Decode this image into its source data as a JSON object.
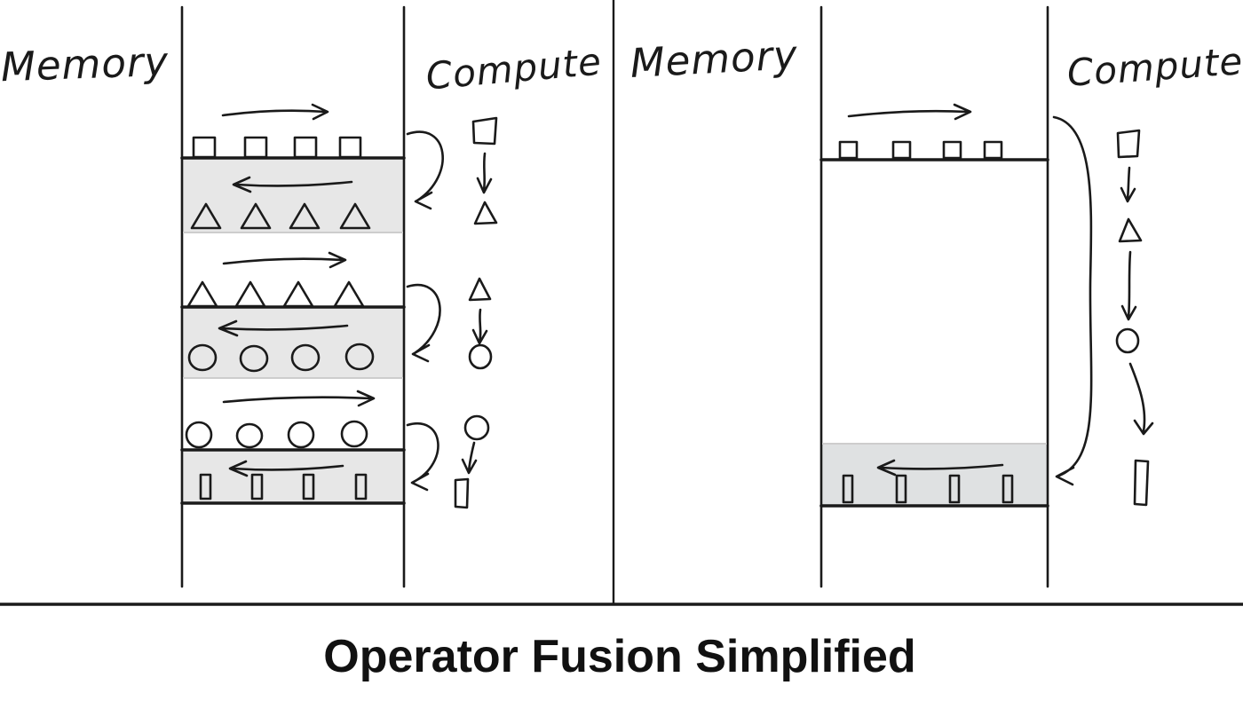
{
  "title": "Operator Fusion Simplified",
  "colors": {
    "ink": "#1a1a1a",
    "band_fill": "#e7e7e7",
    "band_fill_after": "#dfe1e2",
    "bg": "#ffffff"
  },
  "before": {
    "memory_label": "Memory",
    "compute_label": "Compute",
    "kernel_passes": [
      {
        "load": "squares",
        "compute": "square to triangle",
        "store": "triangles"
      },
      {
        "load": "triangles",
        "compute": "triangle to circle",
        "store": "circles"
      },
      {
        "load": "circles",
        "compute": "circle to rectangle",
        "store": "rectangles"
      }
    ]
  },
  "after": {
    "memory_label": "Memory",
    "compute_label": "Compute",
    "kernel_passes": [
      {
        "load": "squares",
        "compute": "square to triangle to circle to rectangle (fused)",
        "store": "rectangles"
      }
    ]
  }
}
